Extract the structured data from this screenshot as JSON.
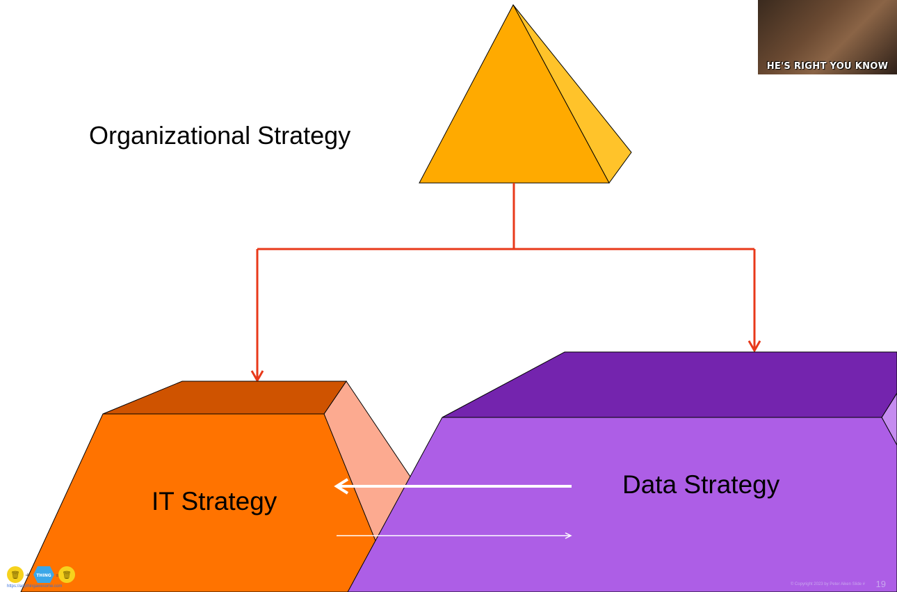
{
  "diagram": {
    "top_label": "Organizational Strategy",
    "left_label": "IT Strategy",
    "right_label": "Data Strategy"
  },
  "meme": {
    "caption": "HE'S RIGHT YOU KNOW"
  },
  "footer": {
    "url": "https://anythingawesome.com",
    "copyright": "© Copyright 2023 by Peter Aiken Slide #",
    "slide_number": "19",
    "logo_text": "THING"
  },
  "colors": {
    "pyramid_front": "#FFAA00",
    "pyramid_side": "#FFC32A",
    "connector": "#E8391A",
    "it_front": "#FF7300",
    "it_top": "#CF5300",
    "it_side": "#FCAA90",
    "data_front": "#AD5EE6",
    "data_top": "#7424AE",
    "data_side": "#C58BF0"
  }
}
